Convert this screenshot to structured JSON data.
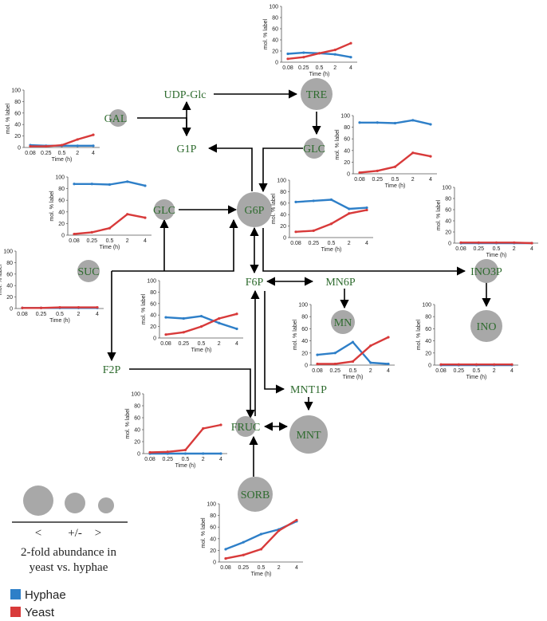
{
  "colors": {
    "hyphae": "#2e7fc8",
    "yeast": "#d83a3a",
    "node_fill": "#a8a8a8",
    "node_label": "#2e6b2e",
    "arrow": "#000000"
  },
  "nodes": {
    "udpglc": "UDP-Glc",
    "tre": "TRE",
    "gal": "GAL",
    "g1p": "G1P",
    "glc_top": "GLC",
    "glc_mid": "GLC",
    "g6p": "G6P",
    "suc": "SUC",
    "f6p": "F6P",
    "mn6p": "MN6P",
    "ino3p": "INO3P",
    "mn": "MN",
    "ino": "INO",
    "f2p": "F2P",
    "mnt1p": "MNT1P",
    "fruc": "FRUC",
    "mnt": "MNT",
    "sorb": "SORB"
  },
  "chart_common": {
    "ylabel": "mol. % label",
    "xlabel": "Time (h)",
    "yticks": [
      "0",
      "20",
      "40",
      "60",
      "80",
      "100"
    ],
    "xticks": [
      "0.08",
      "0.25",
      "0.5",
      "2",
      "4"
    ]
  },
  "chart_data": [
    {
      "id": "tre",
      "type": "line",
      "x": [
        "0.08",
        "0.25",
        "0.5",
        "2",
        "4"
      ],
      "ylim": [
        0,
        100
      ],
      "series": [
        {
          "name": "Hyphae",
          "values": [
            15,
            17,
            16,
            14,
            9
          ]
        },
        {
          "name": "Yeast",
          "values": [
            6,
            9,
            16,
            22,
            34
          ]
        }
      ]
    },
    {
      "id": "gal",
      "type": "line",
      "x": [
        "0.08",
        "0.25",
        "0.5",
        "2",
        "4"
      ],
      "ylim": [
        0,
        100
      ],
      "series": [
        {
          "name": "Hyphae",
          "values": [
            4,
            3,
            3,
            3,
            3
          ]
        },
        {
          "name": "Yeast",
          "values": [
            2,
            2,
            4,
            14,
            22
          ]
        }
      ]
    },
    {
      "id": "glc_top",
      "type": "line",
      "x": [
        "0.08",
        "0.25",
        "0.5",
        "2",
        "4"
      ],
      "ylim": [
        0,
        100
      ],
      "series": [
        {
          "name": "Hyphae",
          "values": [
            88,
            88,
            87,
            92,
            85
          ]
        },
        {
          "name": "Yeast",
          "values": [
            2,
            5,
            12,
            36,
            30
          ]
        }
      ]
    },
    {
      "id": "glc_mid",
      "type": "line",
      "x": [
        "0.08",
        "0.25",
        "0.5",
        "2",
        "4"
      ],
      "ylim": [
        0,
        100
      ],
      "series": [
        {
          "name": "Hyphae",
          "values": [
            88,
            88,
            87,
            92,
            85
          ]
        },
        {
          "name": "Yeast",
          "values": [
            2,
            5,
            12,
            36,
            30
          ]
        }
      ]
    },
    {
      "id": "g6p",
      "type": "line",
      "x": [
        "0.08",
        "0.25",
        "0.5",
        "2",
        "4"
      ],
      "ylim": [
        0,
        100
      ],
      "series": [
        {
          "name": "Hyphae",
          "values": [
            62,
            64,
            66,
            50,
            52
          ]
        },
        {
          "name": "Yeast",
          "values": [
            10,
            12,
            24,
            42,
            48
          ]
        }
      ]
    },
    {
      "id": "ino3p",
      "type": "line",
      "x": [
        "0.08",
        "0.25",
        "0.5",
        "2",
        "4"
      ],
      "ylim": [
        0,
        100
      ],
      "series": [
        {
          "name": "Hyphae",
          "values": [
            0,
            0,
            0,
            0,
            0
          ]
        },
        {
          "name": "Yeast",
          "values": [
            1,
            1,
            1,
            1,
            0
          ]
        }
      ]
    },
    {
      "id": "suc",
      "type": "line",
      "x": [
        "0.08",
        "0.25",
        "0.5",
        "2",
        "4"
      ],
      "ylim": [
        0,
        100
      ],
      "series": [
        {
          "name": "Hyphae",
          "values": [
            1,
            1,
            1,
            1,
            1
          ]
        },
        {
          "name": "Yeast",
          "values": [
            1,
            1,
            2,
            2,
            2
          ]
        }
      ]
    },
    {
      "id": "f6p",
      "type": "line",
      "x": [
        "0.08",
        "0.25",
        "0.5",
        "2",
        "4"
      ],
      "ylim": [
        0,
        100
      ],
      "series": [
        {
          "name": "Hyphae",
          "values": [
            36,
            34,
            38,
            26,
            16
          ]
        },
        {
          "name": "Yeast",
          "values": [
            6,
            10,
            20,
            34,
            42
          ]
        }
      ]
    },
    {
      "id": "mn",
      "type": "line",
      "x": [
        "0.08",
        "0.25",
        "0.5",
        "2",
        "4"
      ],
      "ylim": [
        0,
        100
      ],
      "series": [
        {
          "name": "Hyphae",
          "values": [
            17,
            20,
            38,
            4,
            2
          ]
        },
        {
          "name": "Yeast",
          "values": [
            2,
            2,
            6,
            32,
            46
          ]
        }
      ]
    },
    {
      "id": "ino",
      "type": "line",
      "x": [
        "0.08",
        "0.25",
        "0.5",
        "2",
        "4"
      ],
      "ylim": [
        0,
        100
      ],
      "series": [
        {
          "name": "Hyphae",
          "values": [
            0,
            0,
            0,
            0,
            0
          ]
        },
        {
          "name": "Yeast",
          "values": [
            1,
            1,
            1,
            1,
            1
          ]
        }
      ]
    },
    {
      "id": "fruc",
      "type": "line",
      "x": [
        "0.08",
        "0.25",
        "0.5",
        "2",
        "4"
      ],
      "ylim": [
        0,
        100
      ],
      "series": [
        {
          "name": "Hyphae",
          "values": [
            0,
            0,
            0,
            0,
            0
          ]
        },
        {
          "name": "Yeast",
          "values": [
            2,
            3,
            6,
            42,
            48
          ]
        }
      ]
    },
    {
      "id": "sorb",
      "type": "line",
      "x": [
        "0.08",
        "0.25",
        "0.5",
        "2",
        "4"
      ],
      "ylim": [
        0,
        100
      ],
      "series": [
        {
          "name": "Hyphae",
          "values": [
            22,
            34,
            48,
            56,
            70
          ]
        },
        {
          "name": "Yeast",
          "values": [
            6,
            12,
            22,
            54,
            72
          ]
        }
      ]
    }
  ],
  "abundance_key": {
    "less": "<",
    "equal": "+/-",
    "greater": ">",
    "caption_line1": "2-fold abundance in",
    "caption_line2": "yeast vs. hyphae"
  },
  "legend": {
    "hyphae": "Hyphae",
    "yeast": "Yeast"
  }
}
